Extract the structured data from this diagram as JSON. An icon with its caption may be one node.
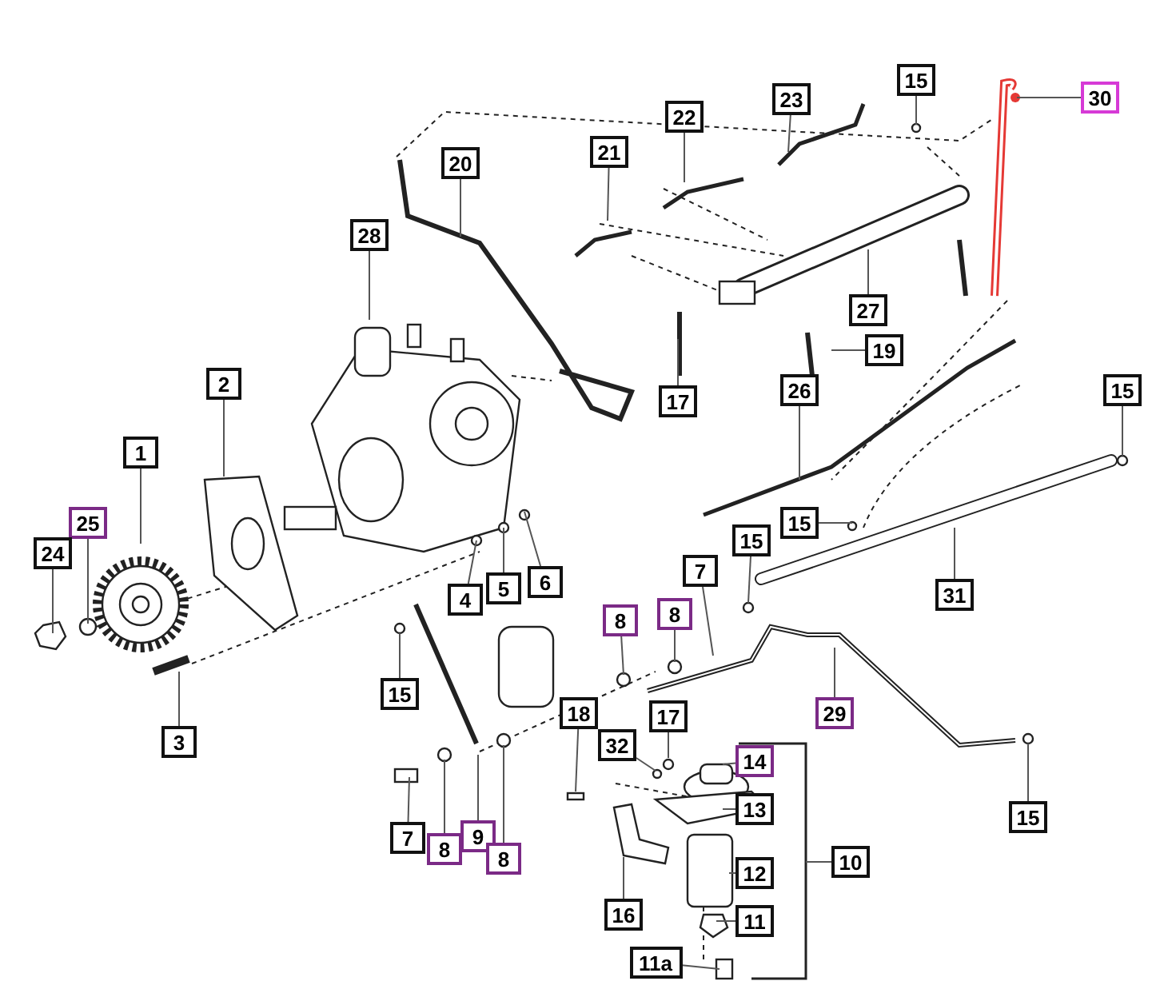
{
  "diagram": {
    "nodes": [
      {
        "text": [
          "15"
        ]
      },
      {
        "text": [
          "30"
        ]
      },
      {
        "text": [
          "23"
        ]
      },
      {
        "text": [
          "22"
        ]
      },
      {
        "text": [
          "21"
        ]
      },
      {
        "text": [
          "20"
        ]
      },
      {
        "text": [
          "28"
        ]
      },
      {
        "text": [
          "27"
        ]
      },
      {
        "text": [
          "19"
        ]
      },
      {
        "text": [
          "2"
        ]
      },
      {
        "text": [
          "15"
        ]
      },
      {
        "text": [
          "26"
        ]
      },
      {
        "text": [
          "17"
        ]
      },
      {
        "text": [
          "1"
        ]
      },
      {
        "text": [
          "25"
        ]
      },
      {
        "text": [
          "15"
        ]
      },
      {
        "text": [
          "15"
        ]
      },
      {
        "text": [
          "24"
        ]
      },
      {
        "text": [
          "7"
        ]
      },
      {
        "text": [
          "6"
        ]
      },
      {
        "text": [
          "5"
        ]
      },
      {
        "text": [
          "31"
        ]
      },
      {
        "text": [
          "4"
        ]
      },
      {
        "text": [
          "8"
        ]
      },
      {
        "text": [
          "8"
        ]
      },
      {
        "text": [
          "15"
        ]
      },
      {
        "text": [
          "29"
        ]
      },
      {
        "text": [
          "17"
        ]
      },
      {
        "text": [
          "18"
        ]
      },
      {
        "text": [
          "3"
        ]
      },
      {
        "text": [
          "32"
        ]
      },
      {
        "text": [
          "14"
        ]
      },
      {
        "text": [
          "13"
        ]
      },
      {
        "text": [
          "15"
        ]
      },
      {
        "text": [
          "9"
        ]
      },
      {
        "text": [
          "7"
        ]
      },
      {
        "text": [
          "8"
        ]
      },
      {
        "text": [
          "8"
        ]
      },
      {
        "text": [
          "10"
        ]
      },
      {
        "text": [
          "12"
        ]
      },
      {
        "text": [
          "16"
        ]
      },
      {
        "text": [
          "11"
        ]
      },
      {
        "text": [
          "11a"
        ]
      }
    ],
    "edges": [
      {
        "from": 0,
        "to": null,
        "arrow": "none"
      },
      {
        "from": 1,
        "to": null,
        "arrow": "none"
      },
      {
        "from": 2,
        "to": null,
        "arrow": "none"
      },
      {
        "from": 3,
        "to": null,
        "arrow": "none"
      },
      {
        "from": 4,
        "to": null,
        "arrow": "none"
      },
      {
        "from": 5,
        "to": null,
        "arrow": "none"
      },
      {
        "from": 6,
        "to": null,
        "arrow": "none"
      },
      {
        "from": 7,
        "to": null,
        "arrow": "none"
      },
      {
        "from": 8,
        "to": null,
        "arrow": "none"
      },
      {
        "from": 9,
        "to": null,
        "arrow": "none"
      },
      {
        "from": 10,
        "to": null,
        "arrow": "none"
      },
      {
        "from": 11,
        "to": null,
        "arrow": "none"
      },
      {
        "from": 12,
        "to": null,
        "arrow": "none"
      },
      {
        "from": 13,
        "to": null,
        "arrow": "none"
      },
      {
        "from": 14,
        "to": null,
        "arrow": "none"
      },
      {
        "from": 15,
        "to": null,
        "arrow": "none"
      },
      {
        "from": 16,
        "to": null,
        "arrow": "none"
      },
      {
        "from": 17,
        "to": null,
        "arrow": "none"
      },
      {
        "from": 18,
        "to": null,
        "arrow": "none"
      },
      {
        "from": 19,
        "to": null,
        "arrow": "none"
      },
      {
        "from": 20,
        "to": null,
        "arrow": "none"
      },
      {
        "from": 21,
        "to": null,
        "arrow": "none"
      },
      {
        "from": 22,
        "to": null,
        "arrow": "none"
      },
      {
        "from": 23,
        "to": null,
        "arrow": "none"
      },
      {
        "from": 24,
        "to": null,
        "arrow": "none"
      },
      {
        "from": 25,
        "to": null,
        "arrow": "none"
      },
      {
        "from": 26,
        "to": null,
        "arrow": "none"
      },
      {
        "from": 27,
        "to": null,
        "arrow": "none"
      },
      {
        "from": 28,
        "to": null,
        "arrow": "none"
      },
      {
        "from": 29,
        "to": null,
        "arrow": "none"
      },
      {
        "from": 30,
        "to": null,
        "arrow": "none"
      },
      {
        "from": 31,
        "to": null,
        "arrow": "none"
      },
      {
        "from": 32,
        "to": null,
        "arrow": "none"
      },
      {
        "from": 33,
        "to": null,
        "arrow": "none"
      },
      {
        "from": 34,
        "to": null,
        "arrow": "none"
      },
      {
        "from": 35,
        "to": null,
        "arrow": "none"
      },
      {
        "from": 36,
        "to": null,
        "arrow": "none"
      },
      {
        "from": 37,
        "to": null,
        "arrow": "none"
      },
      {
        "from": 38,
        "to": null,
        "arrow": "none"
      },
      {
        "from": 39,
        "to": null,
        "arrow": "none"
      },
      {
        "from": 40,
        "to": null,
        "arrow": "none"
      },
      {
        "from": 41,
        "to": null,
        "arrow": "none"
      },
      {
        "from": 42,
        "to": null,
        "arrow": "none"
      }
    ]
  }
}
